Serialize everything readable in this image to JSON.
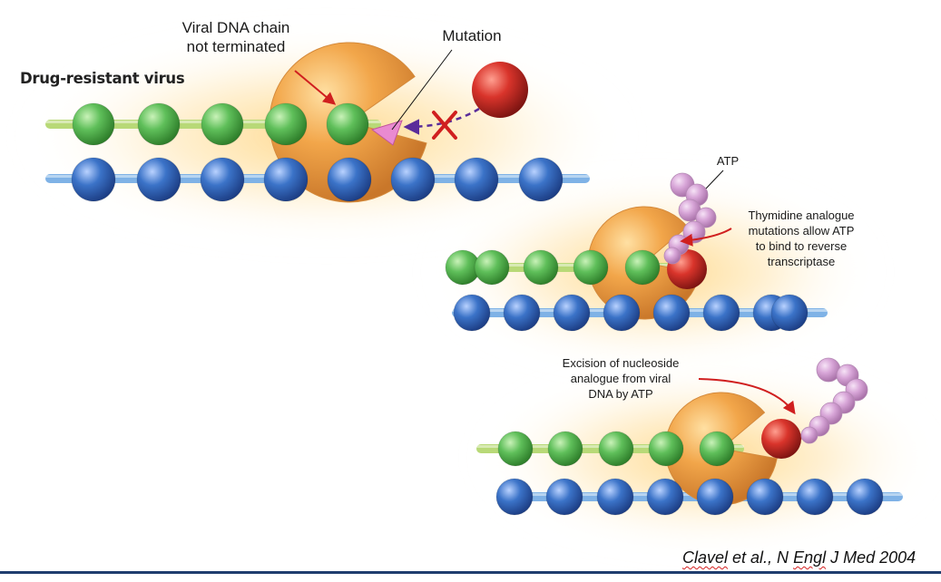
{
  "panels": {
    "top": {
      "title": "Drug-resistant virus",
      "label_chain_line1": "Viral DNA chain",
      "label_chain_line2": "not terminated",
      "label_mutation": "Mutation"
    },
    "middle": {
      "label_atp": "ATP",
      "desc_lines": [
        "Thymidine analogue",
        "mutations allow ATP",
        "to bind to reverse",
        "transcriptase"
      ]
    },
    "bottom": {
      "desc_lines": [
        "Excision of nucleoside",
        "analogue from viral",
        "DNA by ATP"
      ]
    }
  },
  "citation": {
    "author": "Clavel",
    "rest": " et al., N ",
    "journal_word": "Engl",
    "tail": " J Med 2004"
  },
  "colors": {
    "green_bead": "#5fbf5a",
    "blue_bead": "#3b73c8",
    "enzyme": "#f2a64a",
    "red_nucleotide": "#d9342b",
    "atp": "#d8a6d8",
    "mutation_triangle": "#e98ad0",
    "arrow_red": "#d01f1f",
    "arrow_purple": "#5a2c9a",
    "glow": "#ffd27a"
  }
}
